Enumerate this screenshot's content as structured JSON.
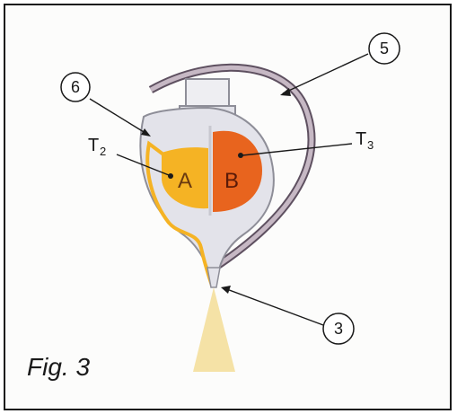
{
  "figure": {
    "caption": "Fig. 3"
  },
  "labels": {
    "callout_5": "5",
    "callout_6": "6",
    "callout_3": "3",
    "t2_main": "T",
    "t2_sub": "2",
    "t3_main": "T",
    "t3_sub": "3",
    "chamber_a": "A",
    "chamber_b": "B"
  },
  "colors": {
    "chamber_a_fill": "#f5b324",
    "chamber_b_fill": "#e8641e",
    "cone_fill": "#f5e2a6",
    "body_fill": "#e3e3ea",
    "body_stroke": "#8e8e98",
    "shield_fill": "#c6b8c4",
    "shield_stroke": "#5e5060"
  }
}
